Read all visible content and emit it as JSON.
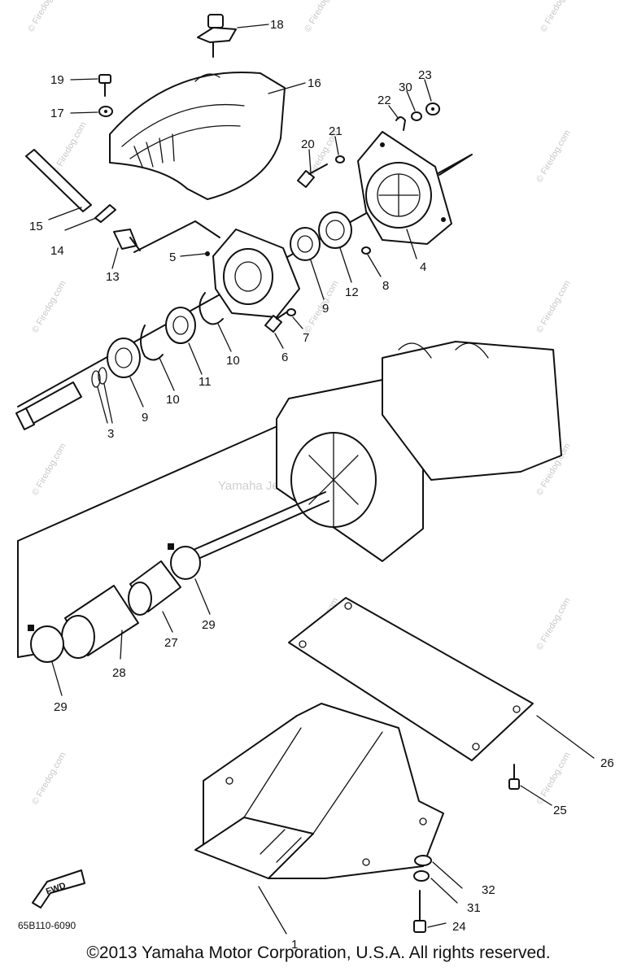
{
  "diagram": {
    "callouts": {
      "p1": "1",
      "p3": "3",
      "p4": "4",
      "p5": "5",
      "p6": "6",
      "p7": "7",
      "p8": "8",
      "p9a": "9",
      "p9b": "9",
      "p10a": "10",
      "p10b": "10",
      "p11": "11",
      "p12": "12",
      "p13": "13",
      "p14": "14",
      "p15": "15",
      "p16": "16",
      "p17": "17",
      "p18": "18",
      "p19": "19",
      "p20": "20",
      "p21": "21",
      "p22": "22",
      "p23": "23",
      "p24": "24",
      "p25": "25",
      "p26": "26",
      "p27": "27",
      "p28": "28",
      "p29a": "29",
      "p29b": "29",
      "p30": "30",
      "p31": "31",
      "p32": "32"
    },
    "fwd_label": "FWD",
    "drawing_code": "65B110-6090",
    "watermark": "© Firedog.com",
    "center_watermark": "Yamaha Jet Boat U.S.A."
  },
  "footer": {
    "copyright": "©2013 Yamaha Motor Corporation, U.S.A. All rights reserved."
  }
}
